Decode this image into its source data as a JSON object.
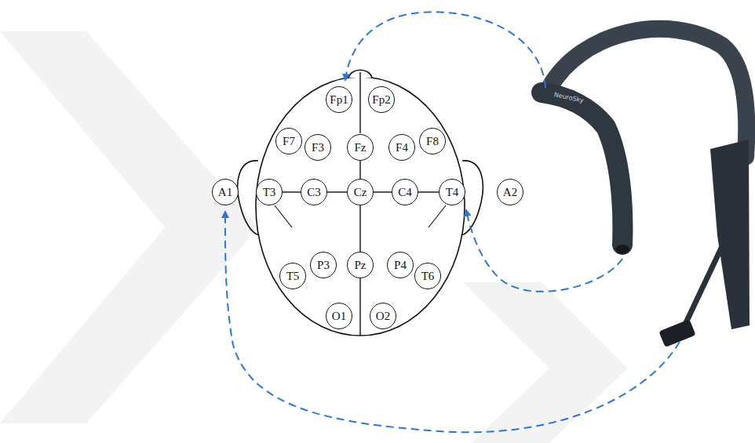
{
  "diagram": {
    "nodes": [
      {
        "text": [
          "Fp1"
        ]
      },
      {
        "text": [
          "Fp2"
        ]
      },
      {
        "text": [
          "F7"
        ]
      },
      {
        "text": [
          "F3"
        ]
      },
      {
        "text": [
          "Fz"
        ]
      },
      {
        "text": [
          "F4"
        ]
      },
      {
        "text": [
          "F8"
        ]
      },
      {
        "text": [
          "A1"
        ]
      },
      {
        "text": [
          "T3"
        ]
      },
      {
        "text": [
          "C3"
        ]
      },
      {
        "text": [
          "Cz"
        ]
      },
      {
        "text": [
          "C4"
        ]
      },
      {
        "text": [
          "T4"
        ]
      },
      {
        "text": [
          "A2"
        ]
      },
      {
        "text": [
          "T5"
        ]
      },
      {
        "text": [
          "P3"
        ]
      },
      {
        "text": [
          "Pz"
        ]
      },
      {
        "text": [
          "P4"
        ]
      },
      {
        "text": [
          "T6"
        ]
      },
      {
        "text": [
          "O1"
        ]
      },
      {
        "text": [
          "O2"
        ]
      }
    ],
    "edges": [
      {
        "from": 8,
        "to": 9,
        "arrow": "none"
      },
      {
        "from": 9,
        "to": 10,
        "arrow": "none"
      },
      {
        "from": 10,
        "to": 11,
        "arrow": "none"
      },
      {
        "from": 11,
        "to": 12,
        "arrow": "none"
      },
      {
        "from": 4,
        "to": 10,
        "arrow": "none"
      },
      {
        "from": 10,
        "to": 16,
        "arrow": "none"
      }
    ],
    "labels": [
      "NeuroSky"
    ]
  }
}
